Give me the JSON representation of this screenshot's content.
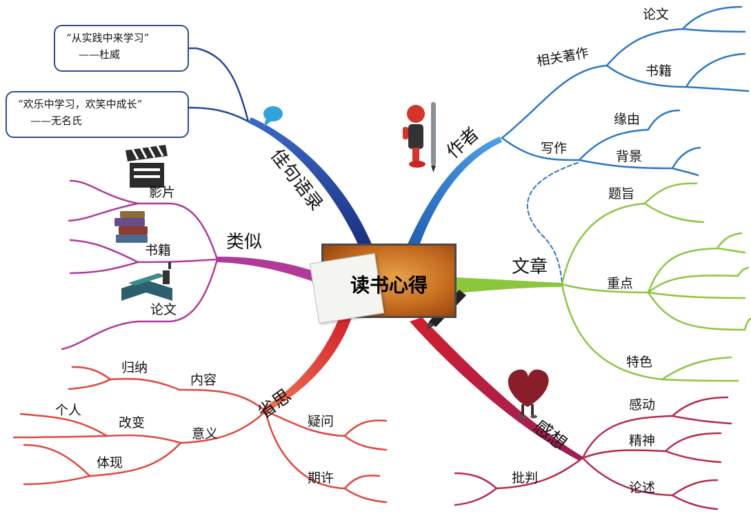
{
  "center": {
    "title": "读书心得"
  },
  "branches": {
    "quotes": {
      "label": "佳句语录",
      "items": [
        {
          "quote": "“从实践中来学习”",
          "author": "——杜威"
        },
        {
          "quote": "“欢乐中学习，欢笑中成长”",
          "author": "——无名氏"
        }
      ]
    },
    "author": {
      "label": "作者",
      "works": {
        "label": "相关著作",
        "children": [
          "论文",
          "书籍"
        ]
      },
      "writing": {
        "label": "写作",
        "children": [
          "缘由",
          "背景"
        ]
      }
    },
    "similar": {
      "label": "类似",
      "children": [
        "影片",
        "书籍",
        "论文"
      ]
    },
    "article": {
      "label": "文章",
      "children": [
        "题旨",
        "重点",
        "特色"
      ]
    },
    "reflection": {
      "label": "省思",
      "content": {
        "label": "内容",
        "children": [
          "归纳"
        ]
      },
      "meaning": {
        "label": "意义",
        "children": [
          "个人",
          "改变",
          "体现"
        ]
      },
      "question": "疑问",
      "expectation": "期许"
    },
    "feelings": {
      "label": "感想",
      "children": [
        "感动",
        "精神",
        "论述",
        "批判"
      ]
    }
  },
  "colors": {
    "quotes": "#24479a",
    "author": "#2878c8",
    "similar": "#b0399a",
    "article": "#8cc63f",
    "reflection": "#e2463a",
    "feelings": "#b8284a"
  }
}
